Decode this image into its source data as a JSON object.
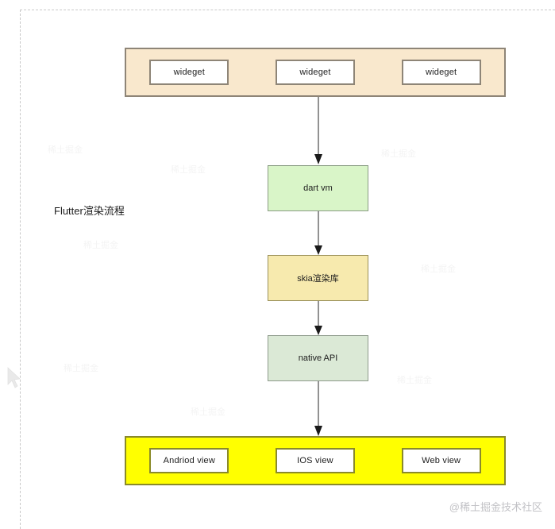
{
  "diagram": {
    "caption": "Flutter渲染流程",
    "watermark": "@稀土掘金技术社区",
    "layers": {
      "widget_band": {
        "name": "widget-layer",
        "fill": "#f9e8cd",
        "stroke": "#8e8577",
        "chips": [
          {
            "label": "wideget"
          },
          {
            "label": "wideget"
          },
          {
            "label": "wideget"
          }
        ]
      },
      "dart_vm": {
        "label": "dart vm",
        "fill": "#d9f5c8",
        "stroke": "#8a9c84"
      },
      "skia": {
        "label": "skia渲染库",
        "fill": "#f7eaae",
        "stroke": "#9a9059"
      },
      "native": {
        "label": "native  API",
        "fill": "#dbe9d6",
        "stroke": "#8d9a8b"
      },
      "view_band": {
        "name": "platform-view-layer",
        "fill": "#ffff00",
        "stroke": "#8a8a2a",
        "chips": [
          {
            "label": "Andriod view"
          },
          {
            "label": "IOS view"
          },
          {
            "label": "Web view"
          }
        ]
      }
    },
    "flow": [
      {
        "from": "widget-layer",
        "to": "dart vm"
      },
      {
        "from": "dart vm",
        "to": "skia渲染库"
      },
      {
        "from": "skia渲染库",
        "to": "native  API"
      },
      {
        "from": "native  API",
        "to": "platform-view-layer"
      }
    ],
    "background_marks": [
      "稀土掘金",
      "稀土掘金",
      "稀土掘金",
      "稀土掘金",
      "稀土掘金",
      "稀土掘金",
      "稀土掘金",
      "稀土掘金"
    ]
  }
}
